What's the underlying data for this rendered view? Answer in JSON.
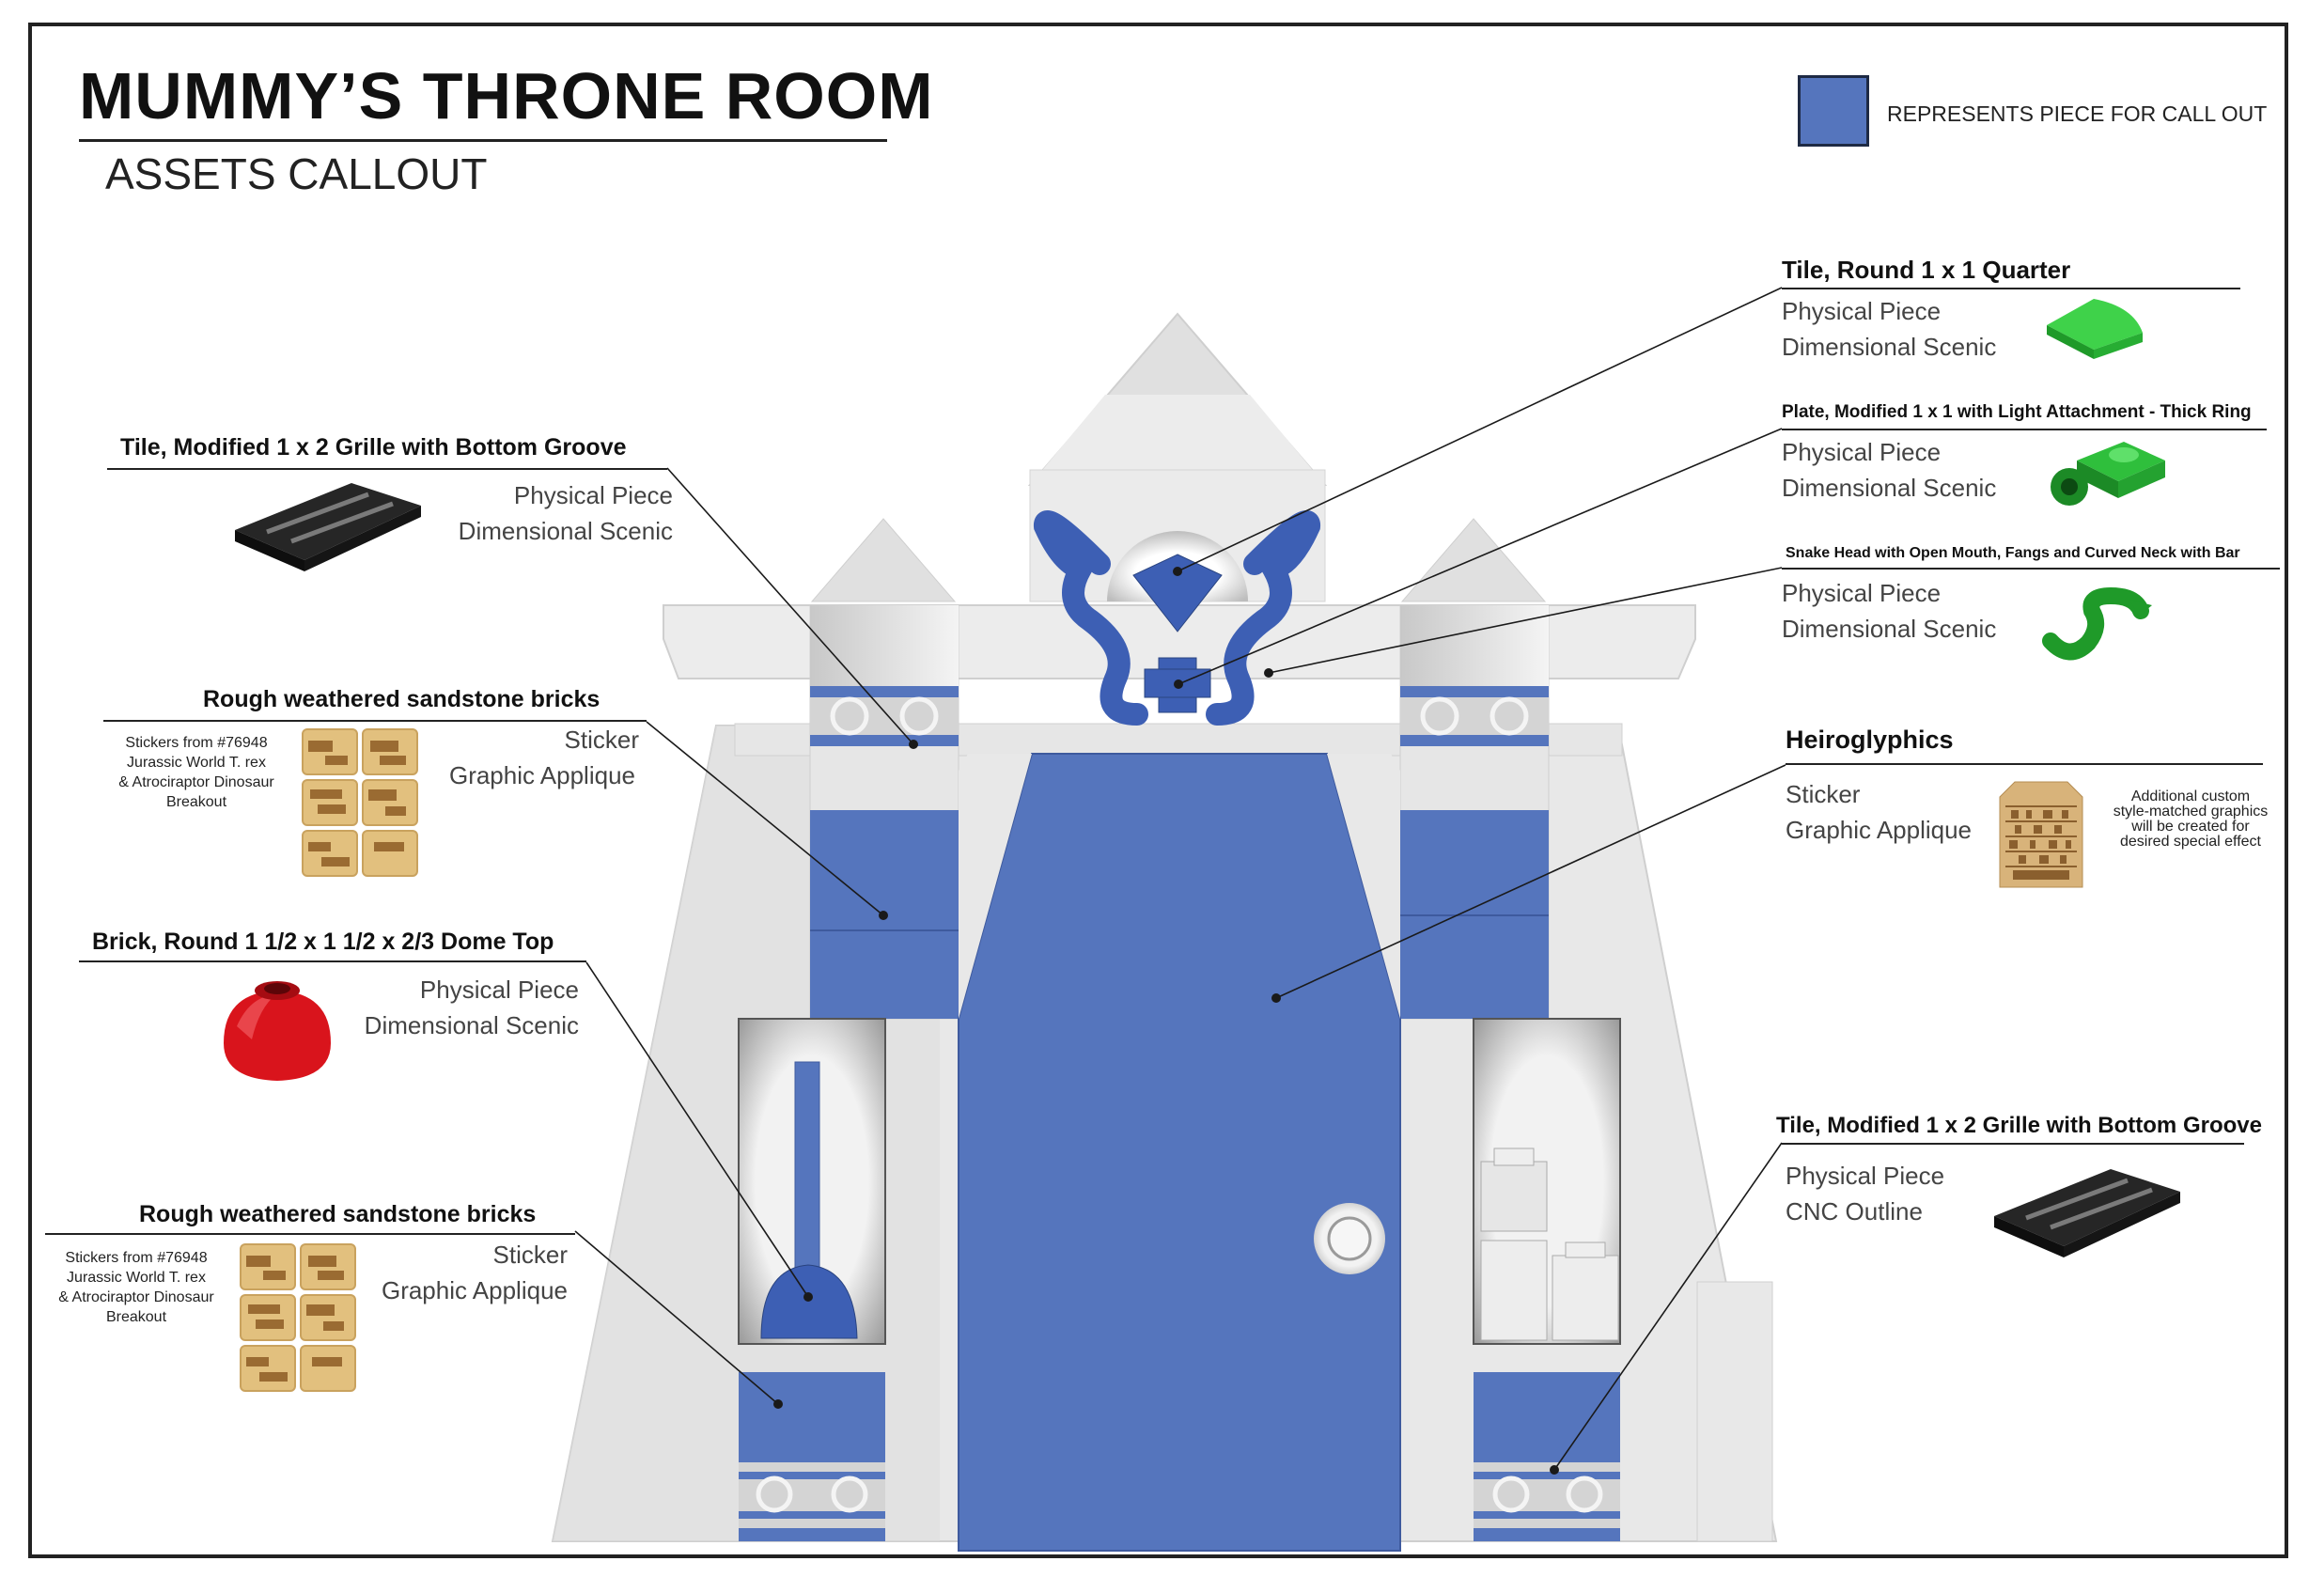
{
  "header": {
    "title": "MUMMY’S THRONE ROOM",
    "subtitle": "ASSETS CALLOUT",
    "legend_text": "REPRESENTS PIECE FOR CALL OUT"
  },
  "colors": {
    "callout_blue": "#5575bd",
    "structure_light": "#e6e6e6",
    "sticker_tan": "#e2c07e",
    "green_piece": "#2fbf3c",
    "red_piece": "#d9141c",
    "black_piece": "#1b1b1b"
  },
  "callouts": {
    "grille_left": {
      "title": "Tile, Modified 1 x 2 Grille with Bottom Groove",
      "line1": "Physical Piece",
      "line2": "Dimensional Scenic",
      "icon": "black-grille-tile-icon"
    },
    "sandstone_upper": {
      "title": "Rough weathered sandstone bricks",
      "line1": "Sticker",
      "line2": "Graphic Applique",
      "note_lines": [
        "Stickers from #76948",
        "Jurassic World T. rex",
        "& Atrociraptor Dinosaur",
        "Breakout"
      ],
      "icon": "sandstone-sticker-sheet-icon"
    },
    "dome_brick": {
      "title": "Brick, Round 1 1/2 x 1 1/2 x 2/3 Dome Top",
      "line1": "Physical Piece",
      "line2": "Dimensional Scenic",
      "icon": "red-dome-brick-icon"
    },
    "sandstone_lower": {
      "title": "Rough weathered sandstone bricks",
      "line1": "Sticker",
      "line2": "Graphic Applique",
      "note_lines": [
        "Stickers from #76948",
        "Jurassic World T. rex",
        "& Atrociraptor Dinosaur",
        "Breakout"
      ],
      "icon": "sandstone-sticker-sheet-icon"
    },
    "quarter_tile": {
      "title": "Tile, Round 1 x 1 Quarter",
      "line1": "Physical Piece",
      "line2": "Dimensional Scenic",
      "icon": "green-quarter-tile-icon"
    },
    "light_plate": {
      "title": "Plate, Modified 1 x 1 with Light Attachment - Thick Ring",
      "line1": "Physical Piece",
      "line2": "Dimensional Scenic",
      "icon": "green-light-plate-icon"
    },
    "snake_head": {
      "title": "Snake Head with Open Mouth, Fangs and Curved Neck with Bar",
      "line1": "Physical Piece",
      "line2": "Dimensional Scenic",
      "icon": "green-snake-icon"
    },
    "hieroglyphics": {
      "title": "Heiroglyphics",
      "line1": "Sticker",
      "line2": "Graphic Applique",
      "note_lines": [
        "Additional custom",
        "style-matched graphics",
        "will be created for",
        "desired special effect"
      ],
      "icon": "hieroglyph-sticker-icon"
    },
    "grille_right": {
      "title": "Tile, Modified 1 x 2 Grille with Bottom Groove",
      "line1": "Physical Piece",
      "line2": "CNC Outline",
      "icon": "black-grille-tile-icon"
    }
  }
}
